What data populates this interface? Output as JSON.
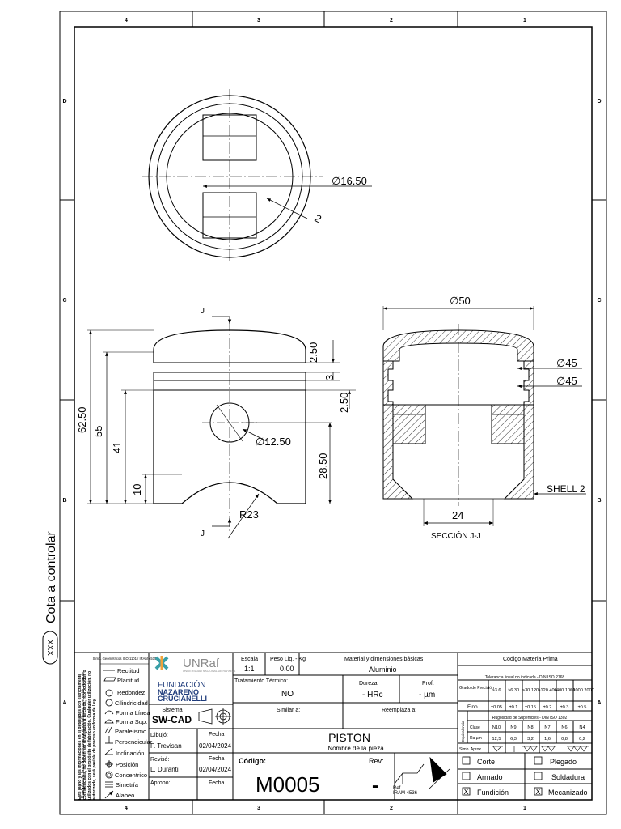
{
  "zones": {
    "cols": [
      "4",
      "3",
      "2",
      "1"
    ],
    "rows": [
      "D",
      "C",
      "B",
      "A"
    ]
  },
  "side_label": {
    "text": "Cota a controlar",
    "symbol": "XXX"
  },
  "dimensions": {
    "top_circle_dia": "∅16.50",
    "top_chamfer": "2",
    "section_mark": "J",
    "overall_height": "62.50",
    "height_55": "55",
    "height_41": "41",
    "height_10": "10",
    "ring_land": "2.50",
    "ring_3": "3",
    "ring_land2": "2.50",
    "pin_dia": "∅12.50",
    "pin_height": "28.50",
    "skirt_radius": "R23",
    "section_width": "∅50",
    "ring_dia_1": "∅45",
    "ring_dia_2": "∅45",
    "shell": "SHELL 2",
    "bore": "24",
    "section_label": "SECCIÓN J-J"
  },
  "legend": {
    "header": "Símb. Geométricos ISO 1101 / IRAM 4515",
    "items": [
      "Rectitud",
      "Planitud",
      "Redondez",
      "Cilindricidad",
      "Forma Línea",
      "Forma Sup.",
      "Paralelismo",
      "Perpendicular",
      "Inclinación",
      "Posición",
      "Concentrico",
      "Simetría",
      "Alabeo"
    ]
  },
  "disclaimer": "Este plano y las informaciones en él detalladas son estrictamente confidenciales, no deben ser divulgadas a terceros, reproducidos o utilizados con el propósito de fabricación. Cualquier utilización, no autorizada, será pasible de proceso en forma de Ley.",
  "logo": {
    "org1": "UNRaf",
    "org1_sub": "UNIVERSIDAD NACIONAL DE RAFAELA",
    "org2_line1": "FUNDACIÓN",
    "org2_line2": "NAZARENO",
    "org2_line3": "CRUCIANELLI"
  },
  "title_block": {
    "sistema_label": "Sistema",
    "sistema_value": "SW-CAD",
    "escala_label": "Escala",
    "escala_value": "1:1",
    "peso_label": "Peso Liq. - Kg",
    "peso_value": "0.00",
    "material_label": "Material y dimensiones básicas",
    "material_value": "Aluminio",
    "tratamiento_label": "Tratamiento Térmico:",
    "tratamiento_value": "NO",
    "dureza_label": "Dureza:",
    "dureza_value": "- HRc",
    "prof_label": "Prof.",
    "prof_value": "- µm",
    "similar_label": "Similar a:",
    "reemplaza_label": "Reemplaza a:",
    "dibujo_label": "Dibujó:",
    "dibujo_name": "F. Trevisan",
    "fecha_label": "Fecha",
    "dibujo_date": "02/04/2024",
    "reviso_label": "Revisó:",
    "reviso_name": "L. Duranti",
    "reviso_date": "02/04/2024",
    "aprobo_label": "Aprobó:",
    "part_name": "PISTON",
    "part_sub": "Nombre de la pieza",
    "codigo_label": "Código:",
    "codigo_value": "M0005",
    "rev_label": "Rev:",
    "rev_value": "-",
    "ref_label": "Ref.",
    "ref_value": "IRAM 4536",
    "codigo_mp": "Código Materia Prima"
  },
  "tolerance": {
    "title": "Tolerancia lineal no indicada - DIN ISO 2768",
    "grado_label": "Grado de Precisión",
    "ranges": [
      ">3 6",
      ">6 30",
      ">30 120",
      ">120 400",
      ">400 1000",
      ">1000 2000"
    ],
    "fino_label": "Fino",
    "fino_values": [
      "±0.05",
      "±0.1",
      "±0.15",
      "±0.2",
      "±0.3",
      "±0.5"
    ],
    "rug_title": "Rugosidad de Superficies - DIN ISO 1302",
    "equiv_label": "Equivalencia",
    "clase_label": "Clase",
    "clase_values": [
      "N10",
      "N9",
      "N8",
      "N7",
      "N6",
      "N4"
    ],
    "ra_label": "Ra µm",
    "ra_values": [
      "12,5",
      "6,3",
      "3,2",
      "1,6",
      "0,8",
      "0,2"
    ],
    "simb_label": "Simb. Aprox."
  },
  "processes": [
    {
      "label": "Corte",
      "checked": false
    },
    {
      "label": "Plegado",
      "checked": false
    },
    {
      "label": "Armado",
      "checked": false
    },
    {
      "label": "Soldadura",
      "checked": false
    },
    {
      "label": "Fundición",
      "checked": true
    },
    {
      "label": "Mecanizado",
      "checked": true
    }
  ]
}
